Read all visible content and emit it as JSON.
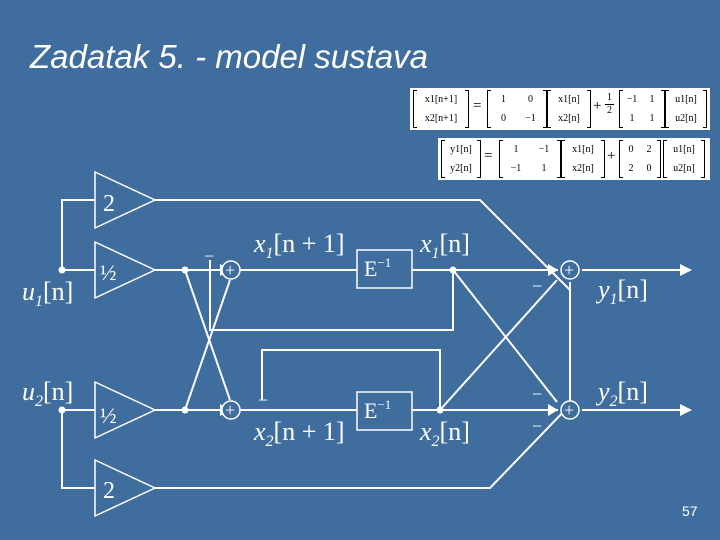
{
  "slide": {
    "title": "Zadatak 5. - model sustava",
    "page_number": "57"
  },
  "equations": {
    "state": {
      "lhs": [
        "x1[n+1]",
        "x2[n+1]"
      ],
      "A": [
        [
          "1",
          "0"
        ],
        [
          "0",
          "−1"
        ]
      ],
      "x": [
        "x1[n]",
        "x2[n]"
      ],
      "plus": "+",
      "frac_num": "1",
      "frac_den": "2",
      "B": [
        [
          "−1",
          "1"
        ],
        [
          "1",
          "1"
        ]
      ],
      "u": [
        "u1[n]",
        "u2[n]"
      ],
      "equals": "="
    },
    "output": {
      "lhs": [
        "y1[n]",
        "y2[n]"
      ],
      "C": [
        [
          "1",
          "−1"
        ],
        [
          "−1",
          "1"
        ]
      ],
      "x": [
        "x1[n]",
        "x2[n]"
      ],
      "plus": "+",
      "D": [
        [
          "0",
          "2"
        ],
        [
          "2",
          "0"
        ]
      ],
      "u": [
        "u1[n]",
        "u2[n]"
      ],
      "equals": "="
    }
  },
  "diagram": {
    "inputs": {
      "u1_main": "u",
      "u1_sub": "1",
      "u1_tail": "[n]",
      "u2_main": "u",
      "u2_sub": "2",
      "u2_tail": "[n]"
    },
    "gains": {
      "top": "2",
      "upper_half": "½",
      "lower_half": "½",
      "bottom": "2"
    },
    "summers": {
      "plus_symbol": "+",
      "minus_symbol": "−"
    },
    "signals": {
      "x1_next_main": "x",
      "x1_next_sub": "1",
      "x1_next_tail": "[n + 1]",
      "x2_next_main": "x",
      "x2_next_sub": "2",
      "x2_next_tail": "[n + 1]",
      "x1_main": "x",
      "x1_sub": "1",
      "x1_tail": "[n]",
      "x2_main": "x",
      "x2_sub": "2",
      "x2_tail": "[n]"
    },
    "delays": {
      "label": "E",
      "exponent": "−1"
    },
    "outputs": {
      "y1_main": "y",
      "y1_sub": "1",
      "y1_tail": "[n]",
      "y2_main": "y",
      "y2_sub": "2",
      "y2_tail": "[n]"
    }
  }
}
